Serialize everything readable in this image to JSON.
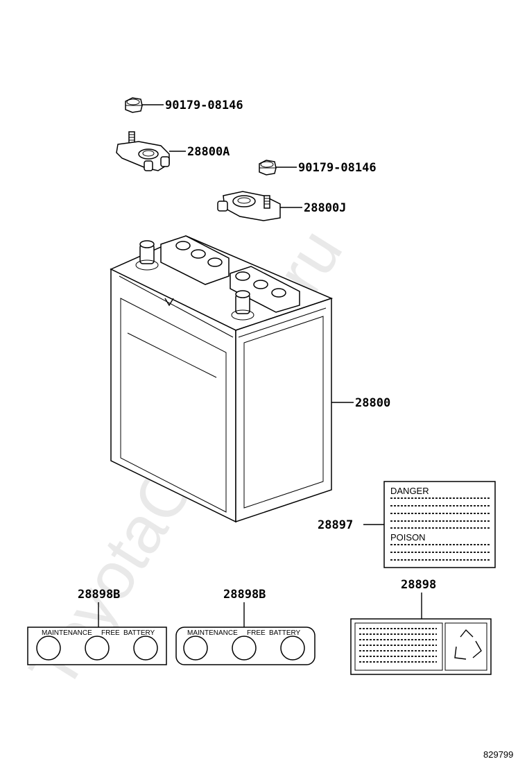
{
  "watermark": "ToyotaCarMine.ru",
  "parts": {
    "nut_top": "90179-08146",
    "clamp_a": "28800A",
    "nut_mid": "90179-08146",
    "clamp_j": "28800J",
    "battery": "28800",
    "warning_label": "28897",
    "recycle_label": "28898",
    "mfb_label_left": "28898B",
    "mfb_label_right": "28898B"
  },
  "warning_label_text": {
    "heading1": "DANGER",
    "heading2": "POISON"
  },
  "mfb_text": {
    "word1": "MAINTENANCE",
    "word2": "FREE",
    "word3": "BATTERY"
  },
  "diagram_id": "829799"
}
